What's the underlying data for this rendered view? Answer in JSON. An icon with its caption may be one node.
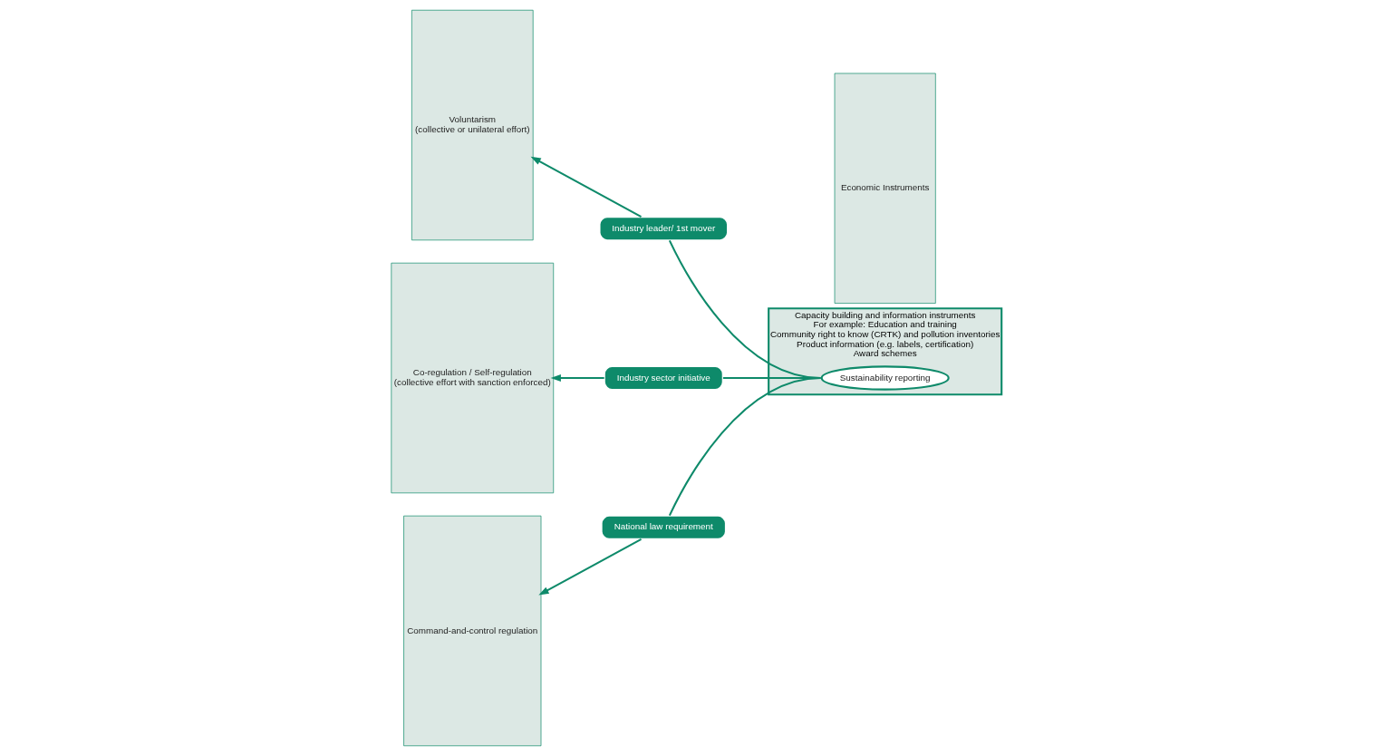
{
  "diagram": {
    "nodes": [
      {
        "text": [
          "Command-and-control regulation"
        ]
      },
      {
        "text": [
          "Co-regulation / Self-regulation",
          "(collective effort with sanction enforced)"
        ]
      },
      {
        "text": [
          "Voluntarism",
          "(collective or unilateral effort)"
        ]
      },
      {
        "text": [
          "Economic Instruments"
        ]
      },
      {
        "text": [
          "Capacity building and information instruments",
          "For example: Education and training",
          "Community right to know (CRTK) and pollution inventories",
          "Product information (e.g. labels, certification)",
          "Award schemes"
        ]
      },
      {
        "text": [
          "Industry leader/ 1st mover"
        ]
      },
      {
        "text": [
          "Industry sector initiative"
        ]
      },
      {
        "text": [
          "National law requirement"
        ]
      },
      {
        "text": [
          "Sustainability reporting"
        ],
        "in": 4
      }
    ],
    "edges": [
      {
        "from": 8,
        "to": 5,
        "arrow": "none"
      },
      {
        "from": 8,
        "to": 6,
        "arrow": "none"
      },
      {
        "from": 8,
        "to": 7,
        "arrow": "none"
      },
      {
        "from": 5,
        "to": 2,
        "arrow": "to"
      },
      {
        "from": 6,
        "to": 1,
        "arrow": "to"
      },
      {
        "from": 7,
        "to": 0,
        "arrow": "to"
      }
    ]
  }
}
